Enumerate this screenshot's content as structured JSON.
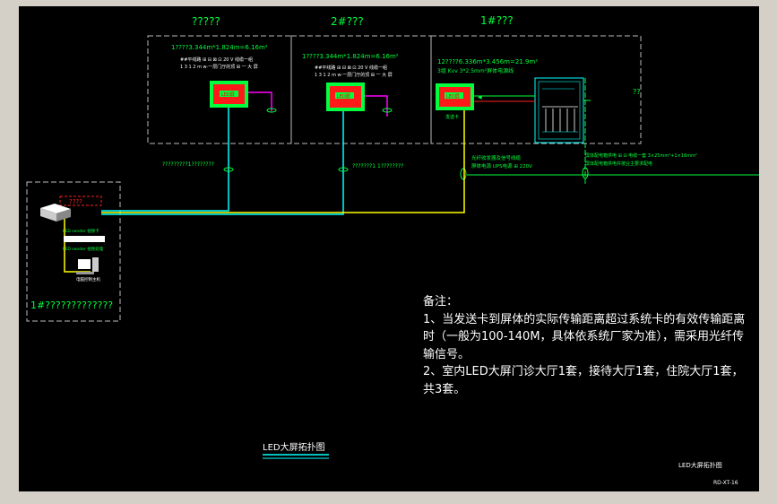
{
  "colors": {
    "background": "#000000",
    "frame": "#d4d0c8",
    "green": "#00ff3c",
    "cyan": "#00ffff",
    "yellow": "#ffff00",
    "magenta": "#ff00ff",
    "red": "#ff2020",
    "white": "#ffffff"
  },
  "zones": {
    "left_title": "?????",
    "mid_title": "2#???",
    "right_title": "1#???",
    "far_right_mark": "??"
  },
  "screens": {
    "left": {
      "dims": "1????3.344m*1.824m=6.16m²",
      "spec_line1": "##平线路 ⊞ ⊟ ⊠ ⊡ 20 V 线缆一组",
      "spec_line2": "1 3 1 2 m w·一层门厅的顶 ⊞ 一 大 屏",
      "box_label": "LED屏"
    },
    "mid": {
      "dims": "1????3.344m*1.824m=6.16m²",
      "spec_line1": "##平线路 ⊞ ⊟ ⊠ ⊡ 20 V 线缆一组",
      "spec_line2": "1 3 1 2 m w·一层门厅的顶 ⊞ 一 大 屏",
      "box_label": "LED屏"
    },
    "right": {
      "dims": "12????6.336m*3.456m=21.9m²",
      "spec_line1": "3组 Kvv 3*2.5mm²屏体电源线",
      "box_label": "LED屏",
      "sub_label": "发送卡"
    }
  },
  "annotations": {
    "right_note1": "光纤收发器及信号线缆",
    "right_note2": "屏体电源 UPS电源 ⊞ 220V",
    "far_right_note1": "屏体配电箱供电 ⊞ ⊟ 电缆一套 3×25mm²+1×16mm²",
    "far_right_note2": "屏体配电箱供电并按业主要求配电",
    "bottom_cable_left": "?????????1????????",
    "bottom_cable_mid": "???????1 1????????",
    "room_label": "1#?????????????",
    "device_label_top": "????",
    "device_label_1": "LED sender 视频卡",
    "device_label_2": "LED sender 视频处理",
    "device_label_3": "电脑控制主机"
  },
  "notes": {
    "title": "备注：",
    "line1": "1、当发送卡到屏体的实际传输距离超过系统卡的有效传输距离时（一般为100-140M，具体依系统厂家为准），需采用光纤传输信号。",
    "line2": "2、室内LED大屏门诊大厅1套，接待大厅1套，住院大厅1套，共3套。"
  },
  "drawing_title": "LED大屏拓扑图",
  "title_block": {
    "name": "LED大屏拓扑图",
    "number": "RD-XT-16"
  }
}
